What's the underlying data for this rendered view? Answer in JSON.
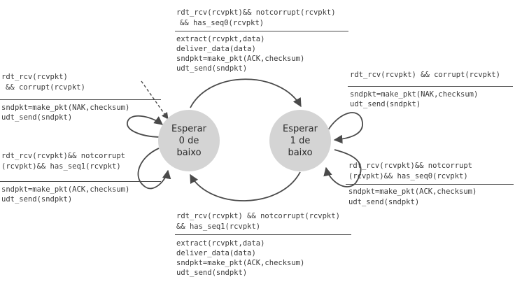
{
  "states": [
    {
      "lines": [
        "Esperar",
        "0 de",
        "baixo"
      ]
    },
    {
      "lines": [
        "Esperar",
        "1 de",
        "baixo"
      ]
    }
  ],
  "transitions": {
    "top_0_to_1": {
      "event": [
        "rdt_rcv(rcvpkt)&& notcorrupt(rcvpkt)",
        "&& has_seq0(rcvpkt)"
      ],
      "actions": [
        "extract(rcvpkt,data)",
        "deliver_data(data)",
        "sndpkt=make_pkt(ACK,checksum)",
        "udt_send(sndpkt)"
      ]
    },
    "left_self_corrupt": {
      "event": [
        "rdt_rcv(rcvpkt)",
        "&& corrupt(rcvpkt)"
      ],
      "actions": [
        "sndpkt=make_pkt(NAK,checksum)",
        "udt_send(sndpkt)"
      ]
    },
    "left_self_seq1": {
      "event": [
        "rdt_rcv(rcvpkt)&& notcorrupt",
        "(rcvpkt)&& has_seq1(rcvpkt)"
      ],
      "actions": [
        "sndpkt=make_pkt(ACK,checksum)",
        "udt_send(sndpkt)"
      ]
    },
    "right_self_corrupt": {
      "event": [
        "rdt_rcv(rcvpkt) && corrupt(rcvpkt)"
      ],
      "actions": [
        "sndpkt=make_pkt(NAK,checksum)",
        "udt_send(sndpkt)"
      ]
    },
    "right_self_seq0": {
      "event": [
        "rdt_rcv(rcvpkt)&& notcorrupt",
        "(rcvpkt)&& has_seq0(rcvpkt)"
      ],
      "actions": [
        "sndpkt=make_pkt(ACK,checksum)",
        "udt_send(sndpkt)"
      ]
    },
    "bottom_1_to_0": {
      "event": [
        "rdt_rcv(rcvpkt) && notcorrupt(rcvpkt)",
        "&& has_seq1(rcvpkt)"
      ],
      "actions": [
        "extract(rcvpkt,data)",
        "deliver_data(data)",
        "sndpkt=make_pkt(ACK,checksum)",
        "udt_send(sndpkt)"
      ]
    }
  },
  "colors": {
    "state_fill": "#d4d4d4",
    "line": "#4a4a4a",
    "text": "#3a3a3a"
  }
}
